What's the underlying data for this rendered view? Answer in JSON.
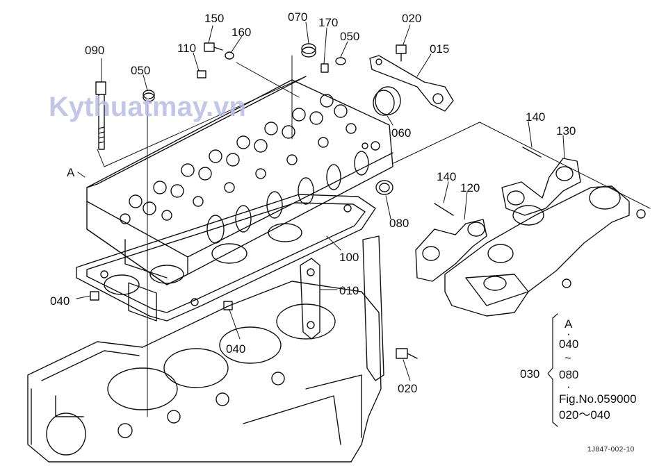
{
  "watermark": "Kythuatmay.vn",
  "drawing_code": "1J847-002-10",
  "labels": {
    "p150": "150",
    "p160": "160",
    "p070": "070",
    "p170": "170",
    "p050_top": "050",
    "p020_top": "020",
    "p015": "015",
    "p090": "090",
    "p110": "110",
    "p050_left": "050",
    "p060": "060",
    "pA": "A",
    "p140_top": "140",
    "p130": "130",
    "p140_mid": "140",
    "p120": "120",
    "p080": "080",
    "p100": "100",
    "p010": "010",
    "p040_left": "040",
    "p040_mid": "040",
    "p020_bottom": "020",
    "p030": "030"
  },
  "assembly_note": {
    "lines": [
      "A",
      "·",
      "040",
      "~",
      "080",
      "·",
      "Fig.No.059000",
      "020～040"
    ]
  }
}
